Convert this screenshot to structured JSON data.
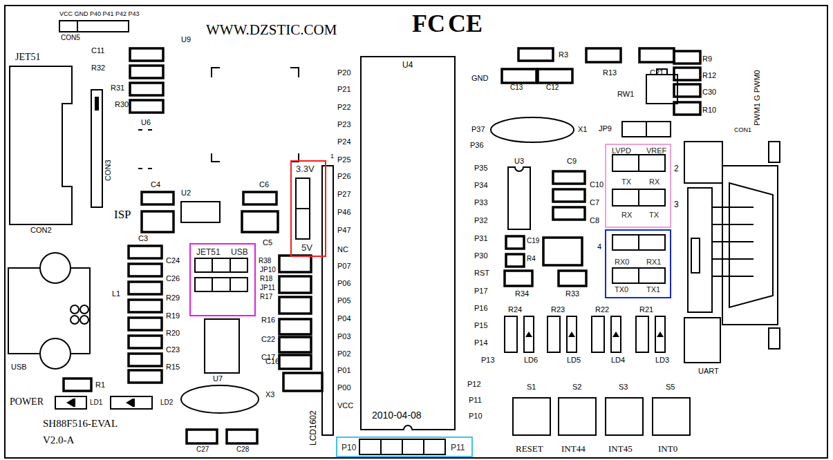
{
  "diagram": {
    "nodes": [
      {
        "text": [
          "3.3V",
          "5V"
        ]
      },
      {
        "text": [
          "JET51",
          "USB"
        ]
      },
      {
        "text": [
          "LVPD",
          "VREF",
          "TX",
          "RX",
          "RX",
          "TX"
        ]
      },
      {
        "text": [
          "RX0",
          "RX1",
          "TX0",
          "TX1"
        ]
      },
      {
        "text": [
          "P10",
          "P11"
        ]
      }
    ],
    "labels": [
      "VCC GND P40 P41 P42 P43",
      "CON5",
      "WWW.DZSTIC.COM",
      "FC",
      "CE",
      "JET51",
      "C11",
      "R32",
      "R31",
      "R30",
      "U9",
      "U6",
      "CON3",
      "ISP",
      "CON2",
      "C4",
      "U2",
      "C6",
      "C3",
      "C5",
      "C24",
      "C26",
      "L1",
      "R29",
      "R19",
      "R20",
      "C23",
      "R15",
      "USB",
      "R1",
      "POWER",
      "LD1",
      "LD2",
      "U7",
      "X3",
      "C16",
      "C27",
      "C28",
      "SH88F516-EVAL",
      "V2.0-A",
      "LCD1602",
      "R38",
      "JP10",
      "R18",
      "JP11",
      "R17",
      "R16",
      "C22",
      "C17",
      "P20",
      "P21",
      "P22",
      "P23",
      "P24",
      "1",
      "P25",
      "P26",
      "P27",
      "P46",
      "P47",
      "NC",
      "P07",
      "P06",
      "P05",
      "P04",
      "P03",
      "P02",
      "P01",
      "P00",
      "VCC",
      "U4",
      "2010-04-08",
      "GND",
      "R3",
      "R13",
      "C21",
      "C13",
      "C12",
      "RW1",
      "R9",
      "R12",
      "C30",
      "R10",
      "CON1",
      "PWM1 G PWM0",
      "X1",
      "JP9",
      "P37",
      "P36",
      "U3",
      "C9",
      "P35",
      "P34",
      "P33",
      "P32",
      "P31",
      "P30",
      "RST",
      "P17",
      "P16",
      "P15",
      "P14",
      "P13",
      "P12",
      "P11",
      "P10",
      "C10",
      "C7",
      "C8",
      "C19",
      "R4",
      "R34",
      "R33",
      "R24",
      "R23",
      "R22",
      "R21",
      "LD6",
      "LD5",
      "LD4",
      "LD3",
      "S1",
      "S2",
      "S3",
      "S5",
      "RESET",
      "INT44",
      "INT45",
      "INT0",
      "UART",
      "2",
      "3",
      "4"
    ]
  }
}
